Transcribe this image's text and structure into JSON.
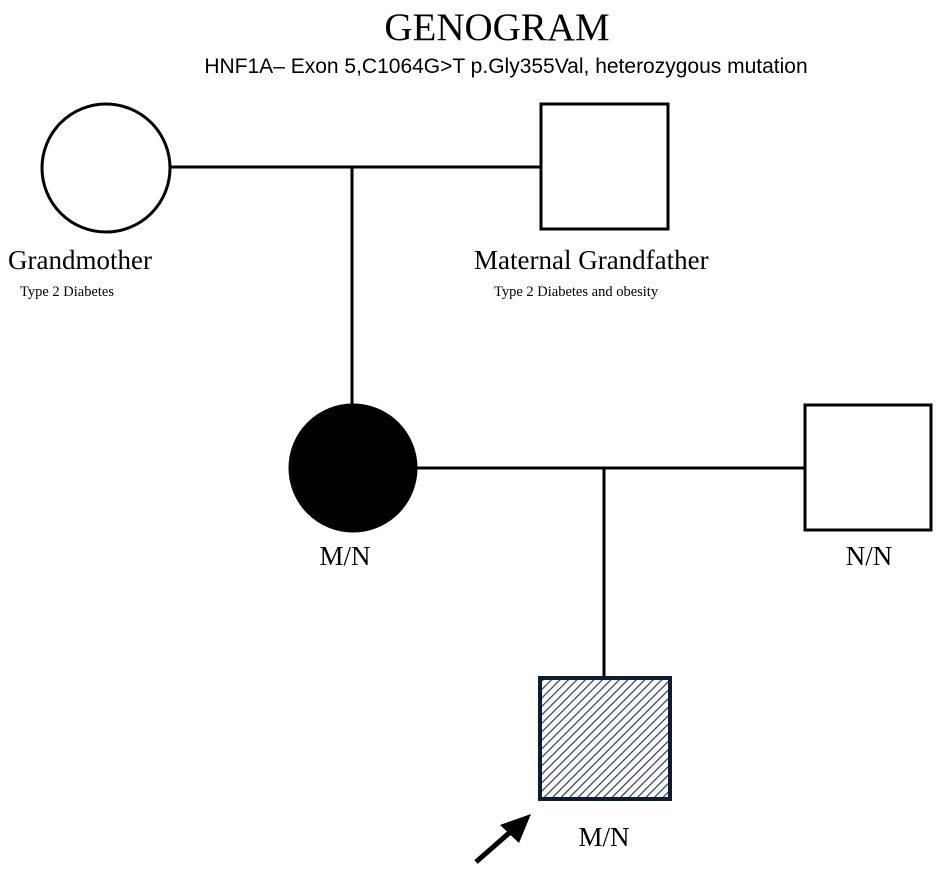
{
  "title": "GENOGRAM",
  "subtitle": "HNF1A– Exon 5,C1064G>T p.Gly355Val, heterozygous mutation",
  "members": {
    "grandmother": {
      "name": "Grandmother",
      "condition": "Type 2 Diabetes",
      "symbol": "circle",
      "fill": "none"
    },
    "grandfather": {
      "name": "Maternal Grandfather",
      "condition": "Type 2 Diabetes and obesity",
      "symbol": "square",
      "fill": "none"
    },
    "mother": {
      "genotype": "M/N",
      "symbol": "circle",
      "fill": "solid"
    },
    "father": {
      "genotype": "N/N",
      "symbol": "square",
      "fill": "none"
    },
    "proband": {
      "genotype": "M/N",
      "symbol": "square",
      "fill": "hatched",
      "indicator": "arrow"
    }
  },
  "colors": {
    "line": "#000000",
    "solid_fill": "#000000",
    "hatch_border": "#0f1a33",
    "hatch_line": "#2a3a63",
    "background": "#ffffff"
  }
}
